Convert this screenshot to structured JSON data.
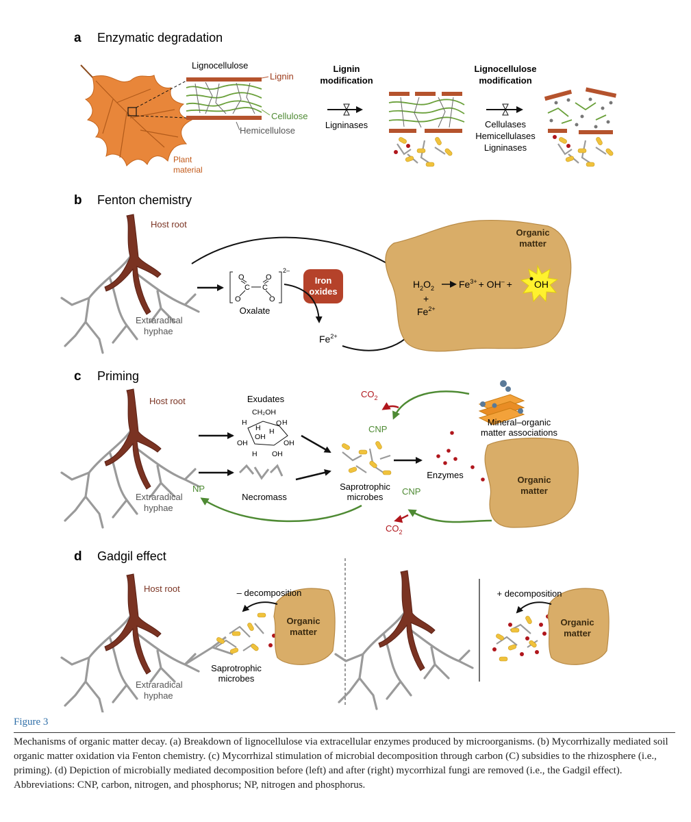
{
  "panels": {
    "a": {
      "letter": "a",
      "title": "Enzymatic degradation",
      "labels": {
        "lignocellulose": "Lignocellulose",
        "lignin": "Lignin",
        "cellulose": "Cellulose",
        "hemicellulose": "Hemicellulose",
        "plant1": "Plant",
        "plant2": "material",
        "lignin_mod1": "Lignin",
        "lignin_mod2": "modification",
        "ligninases": "Ligninases",
        "lc_mod1": "Lignocellulose",
        "lc_mod2": "modification",
        "cellulases": "Cellulases",
        "hemicellulases": "Hemicellulases",
        "ligninases2": "Ligninases"
      }
    },
    "b": {
      "letter": "b",
      "title": "Fenton chemistry",
      "labels": {
        "host_root": "Host root",
        "hyphae1": "Extraradical",
        "hyphae2": "hyphae",
        "oxalate": "Oxalate",
        "iron1": "Iron",
        "iron2": "oxides",
        "fe2": "Fe",
        "fe2_sup": "2+",
        "om1": "Organic",
        "om2": "matter",
        "h2o2": "H",
        "h2o2_a": "2",
        "h2o2_b": "O",
        "h2o2_c": "2",
        "fe3": "Fe",
        "fe3_sup": "3+",
        "oh": "+ OH",
        "oh_sup": "–",
        "plus": "+",
        "radical": "OH",
        "plus2": "+",
        "fe2b": "Fe",
        "fe2b_sup": "2+",
        "charge": "2–"
      }
    },
    "c": {
      "letter": "c",
      "title": "Priming",
      "labels": {
        "host_root": "Host root",
        "hyphae1": "Extraradical",
        "hyphae2": "hyphae",
        "exudates": "Exudates",
        "necromass": "Necromass",
        "sap1": "Saprotrophic",
        "sap2": "microbes",
        "enzymes": "Enzymes",
        "np": "NP",
        "cnp_top": "CNP",
        "cnp_bot": "CNP",
        "co2_top": "CO",
        "co2_bot": "CO",
        "co2_sub": "2",
        "mineral1": "Mineral–organic",
        "mineral2": "matter associations",
        "om1": "Organic",
        "om2": "matter",
        "ch2oh": "CH₂OH"
      }
    },
    "d": {
      "letter": "d",
      "title": "Gadgil effect",
      "labels": {
        "host_root": "Host root",
        "hyphae1": "Extraradical",
        "hyphae2": "hyphae",
        "minus_decomp": "– decomposition",
        "plus_decomp": "+ decomposition",
        "sap1": "Saprotrophic",
        "sap2": "microbes",
        "om1": "Organic",
        "om2": "matter",
        "om1r": "Organic",
        "om2r": "matter"
      }
    }
  },
  "caption": {
    "title": "Figure 3",
    "body": "Mechanisms of organic matter decay. (a) Breakdown of lignocellulose via extracellular enzymes produced by microorganisms. (b) Mycorrhizally mediated soil organic matter oxidation via Fenton chemistry. (c) Mycorrhizal stimulation of microbial decomposition through carbon (C) subsidies to the rhizosphere (i.e., priming). (d) Depiction of microbially mediated decomposition before (left) and after (right) mycorrhizal fungi are removed (i.e., the Gadgil effect). Abbreviations: CNP, carbon, nitrogen, and phosphorus; NP, nitrogen and phosphorus."
  },
  "colors": {
    "root": "#7a3322",
    "hyphae": "#9a9a9a",
    "organic": "#d9ad68",
    "green": "#4e8a33",
    "red": "#b0161c",
    "lignin": "#b5532d",
    "cellulose": "#6aa03a",
    "microbe": "#f0c23c",
    "iron": "#b5422a"
  }
}
